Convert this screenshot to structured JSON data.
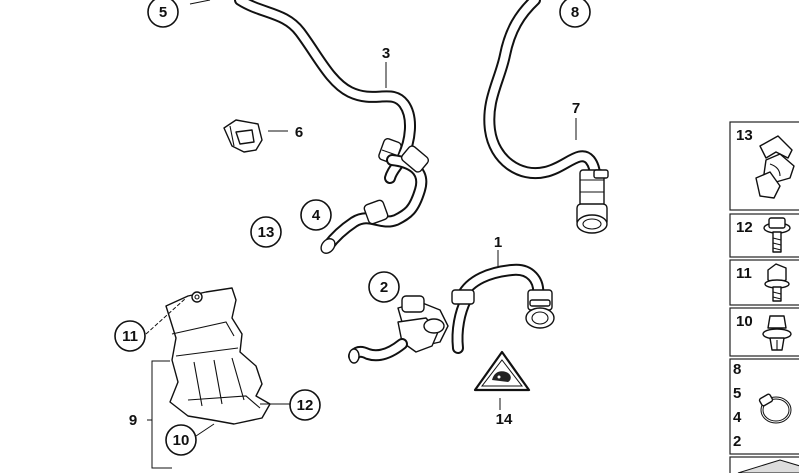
{
  "callouts": {
    "c1": "1",
    "c2": "2",
    "c3": "3",
    "c4": "4",
    "c5": "5",
    "c6": "6",
    "c7": "7",
    "c8": "8",
    "c9": "9",
    "c10": "10",
    "c11": "11",
    "c12": "12",
    "c13": "13",
    "c14": "14"
  },
  "legend": {
    "items": [
      {
        "label": "13",
        "icon": "hose-clip-icon"
      },
      {
        "label": "12",
        "icon": "flange-bolt-icon"
      },
      {
        "label": "11",
        "icon": "hex-bolt-icon"
      },
      {
        "label": "10",
        "icon": "expanding-rivet-icon"
      },
      {
        "labels": [
          "8",
          "5",
          "4",
          "2"
        ],
        "icon": "hose-clamp-icon"
      }
    ]
  }
}
